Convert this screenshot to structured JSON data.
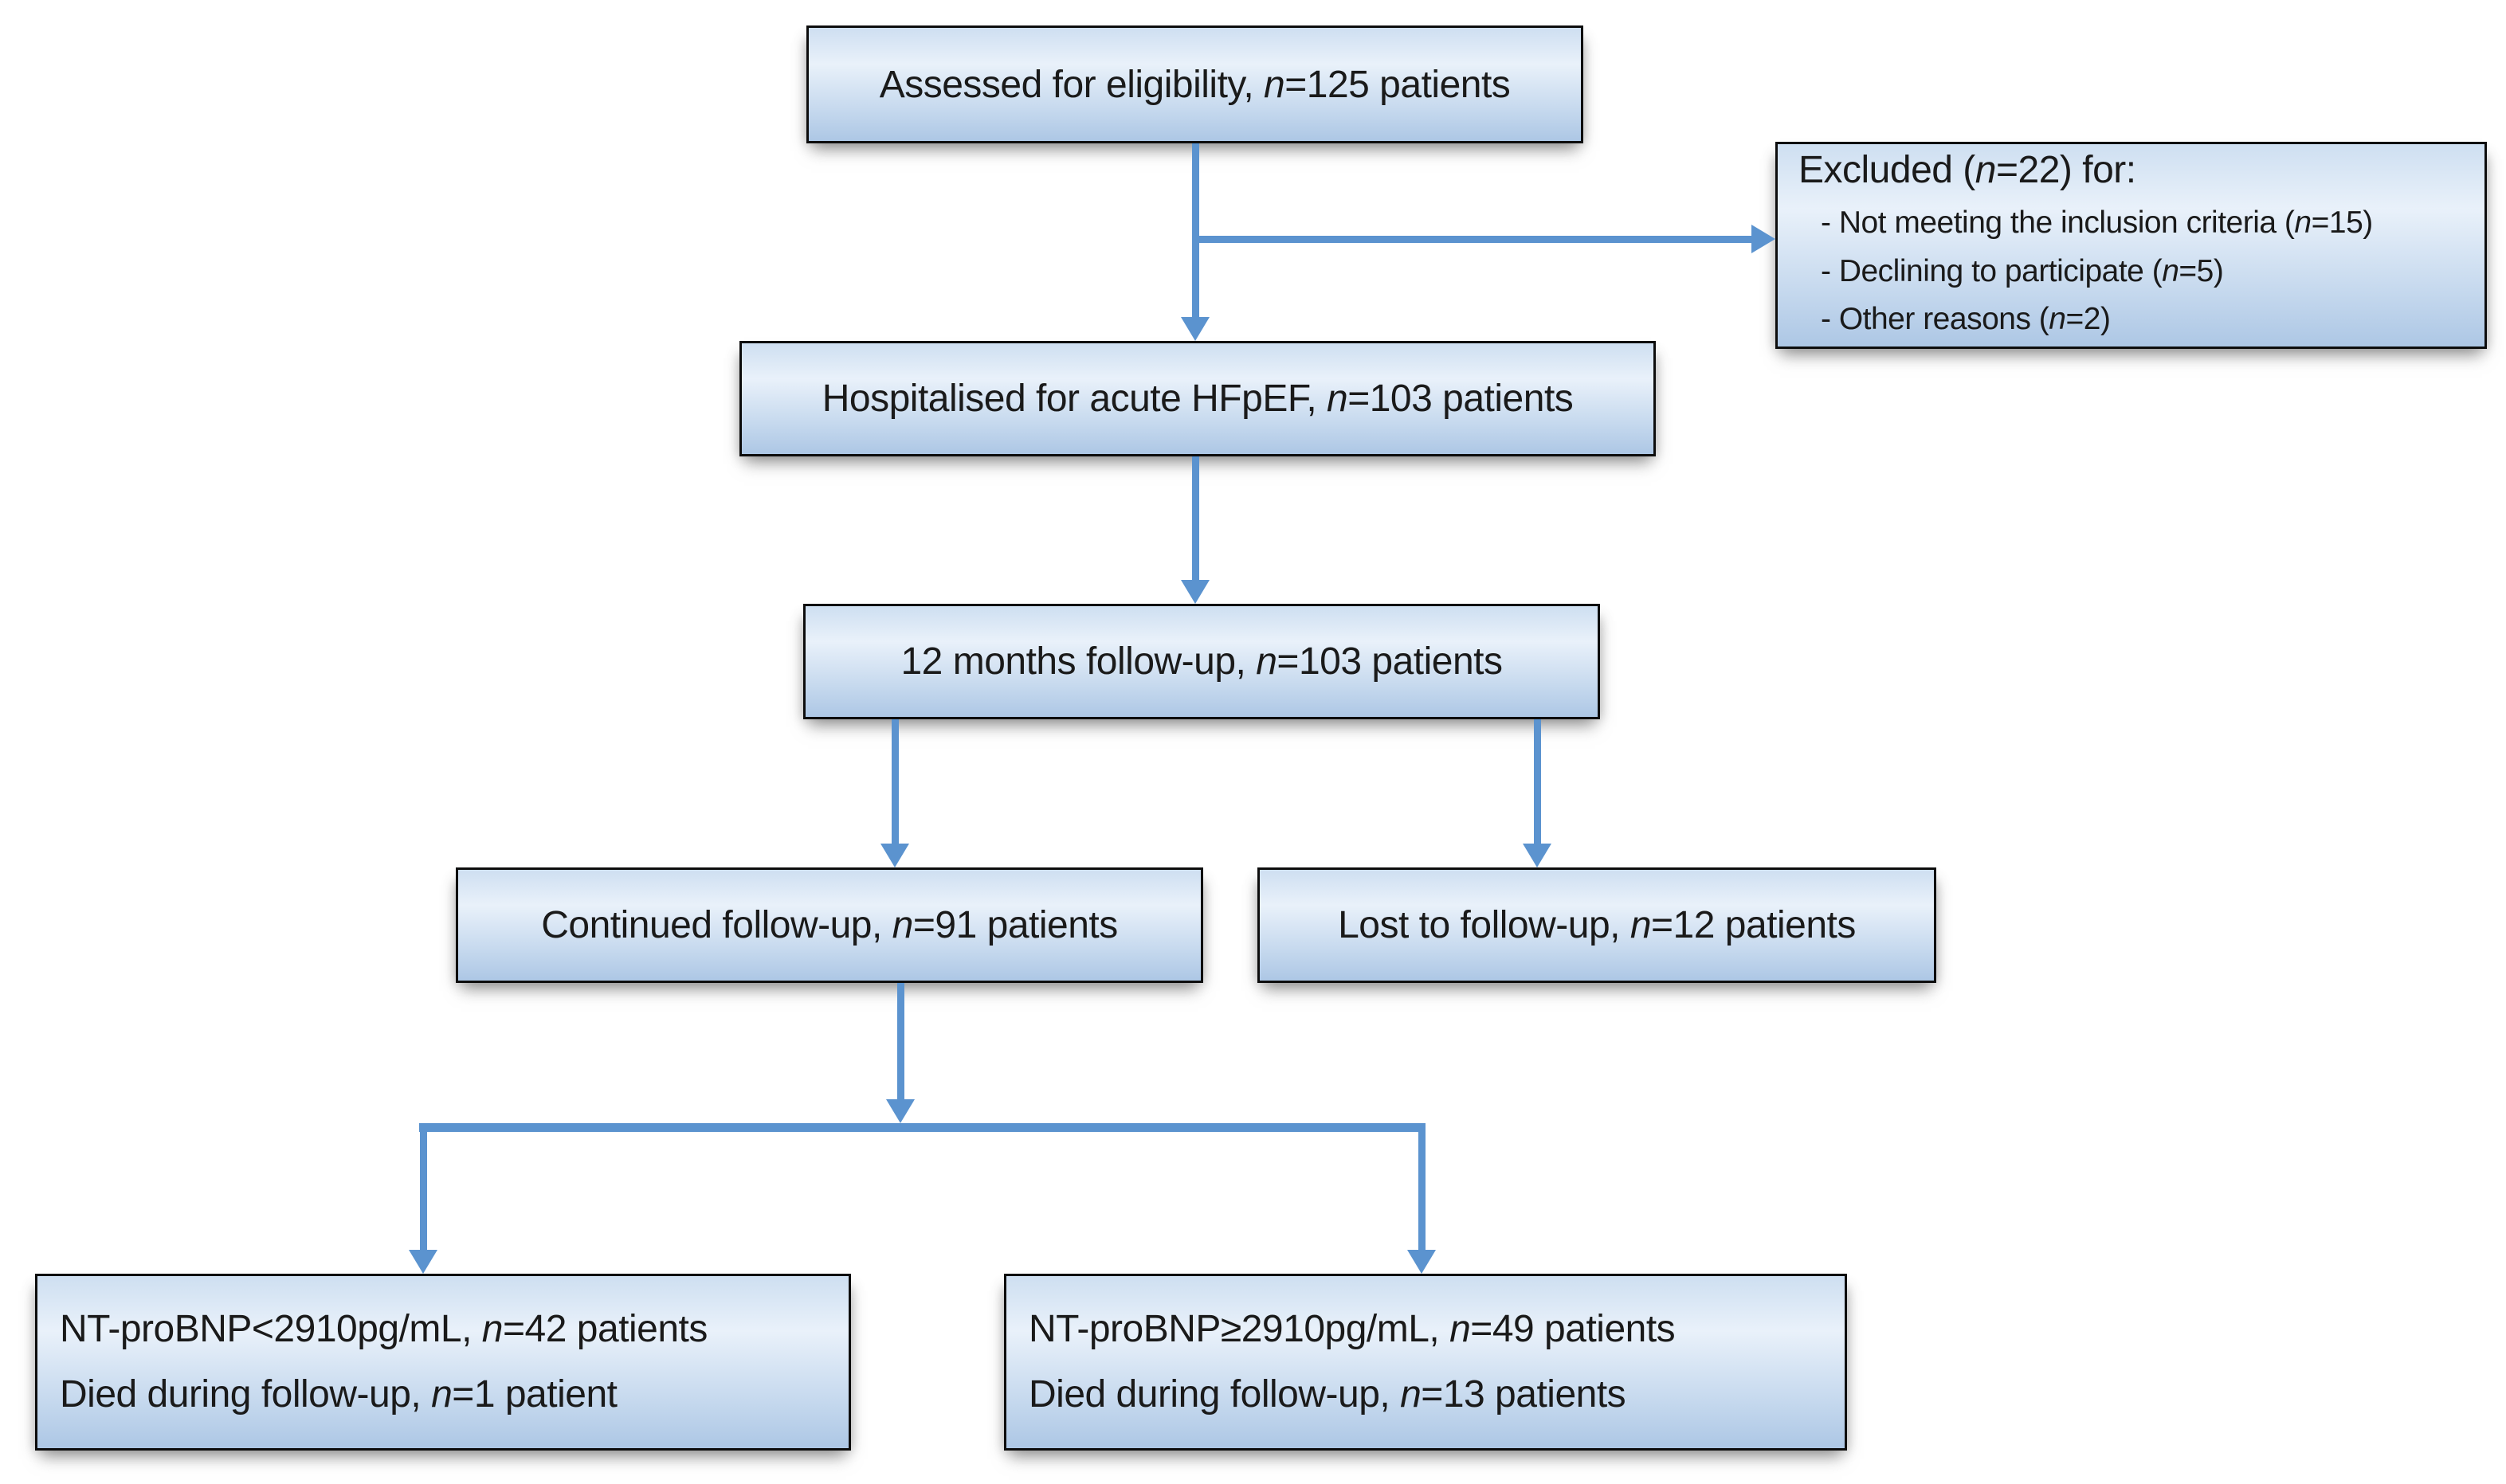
{
  "boxes": {
    "assessed": {
      "label": "Assessed for eligibility, n=125 patients"
    },
    "excluded": {
      "title": "Excluded (n=22) for:",
      "items": [
        "- Not meeting the inclusion criteria (n=15)",
        "- Declining to participate (n=5)",
        "- Other reasons (n=2)"
      ]
    },
    "hospitalised": {
      "label": "Hospitalised for acute HFpEF, n=103 patients"
    },
    "follow12": {
      "label": "12 months follow-up, n=103 patients"
    },
    "continued": {
      "label": "Continued follow-up, n=91 patients"
    },
    "lost": {
      "label": "Lost to follow-up, n=12 patients"
    },
    "bnp_low": {
      "lines": [
        "NT-proBNP<2910pg/mL, n=42 patients",
        "Died during follow-up, n=1 patient"
      ]
    },
    "bnp_high": {
      "lines": [
        "NT-proBNP≥2910pg/mL, n=49 patients",
        "Died during follow-up, n=13 patients"
      ]
    }
  },
  "colors": {
    "arrow": "#5B93CF",
    "box_border": "#0d0d0d",
    "text": "#1a1a1a",
    "gradient_top": "#cedff1",
    "gradient_high": "#e9f1fa",
    "gradient_low": "#c6d9ee",
    "gradient_bottom": "#adc7e5"
  }
}
